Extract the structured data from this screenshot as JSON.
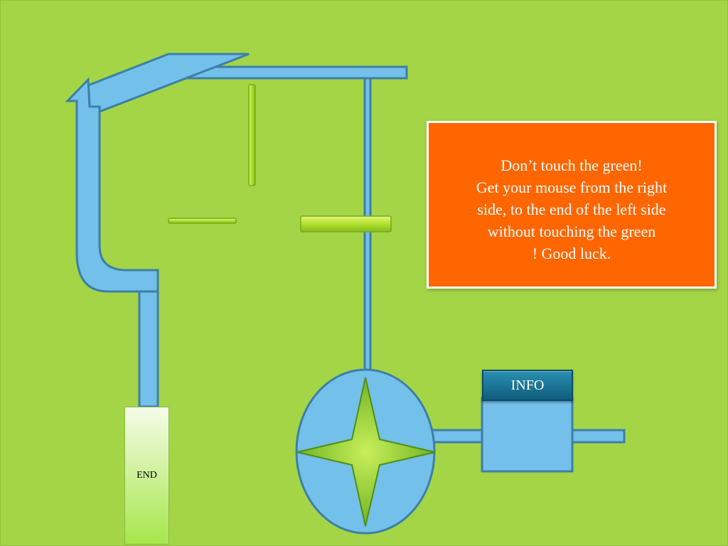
{
  "colors": {
    "background": "#a3d547",
    "path_fill": "#73c0ea",
    "path_stroke": "#3d7fa6",
    "hazard_green": "#a8e02a",
    "instructions_bg": "#ff6600",
    "info_button_bg": "#1b7596"
  },
  "instructions": {
    "line1": "Don’t touch the green!",
    "line2": "Get your mouse from the right",
    "line3": "side, to the end of the left side",
    "line4": "without touching the green",
    "line5": "! Good luck."
  },
  "info_button": {
    "label": "INFO"
  },
  "end_zone": {
    "label": "END"
  },
  "icons": {
    "start_marker": "four-point-star-icon",
    "direction": "arrow-up-icon"
  }
}
